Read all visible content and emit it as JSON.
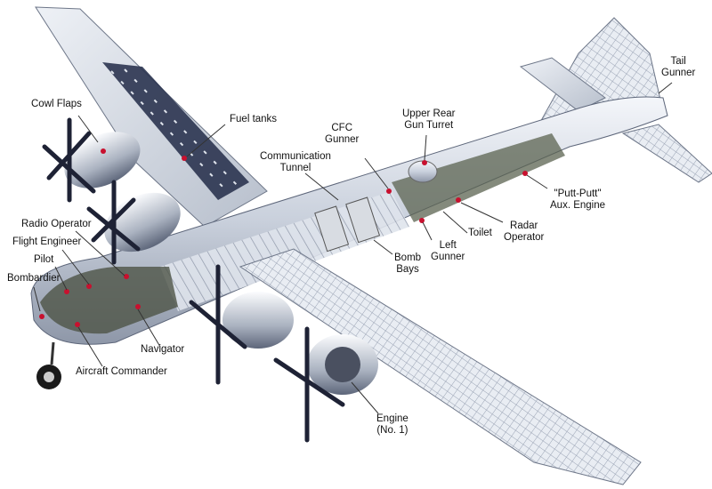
{
  "labels": {
    "cowl_flaps": "Cowl Flaps",
    "fuel_tanks": "Fuel tanks",
    "cfc_gunner": [
      "CFC",
      "Gunner"
    ],
    "communication_tunnel": [
      "Communication",
      "Tunnel"
    ],
    "upper_rear_gun_turret": [
      "Upper Rear",
      "Gun Turret"
    ],
    "tail_gunner": [
      "Tail",
      "Gunner"
    ],
    "putt_putt": [
      "\"Putt-Putt\"",
      "Aux. Engine"
    ],
    "radar_operator": [
      "Radar",
      "Operator"
    ],
    "toilet": "Toilet",
    "left_gunner": [
      "Left",
      "Gunner"
    ],
    "bomb_bays": [
      "Bomb",
      "Bays"
    ],
    "radio_operator": "Radio Operator",
    "flight_engineer": "Flight Engineer",
    "pilot": "Pilot",
    "bombardier": "Bombardier",
    "navigator": "Navigator",
    "aircraft_commander": "Aircraft Commander",
    "engine_no1": [
      "Engine",
      "(No. 1)"
    ]
  },
  "colors": {
    "metal_light": "#e4e8ef",
    "metal_dark": "#2b3450",
    "marker": "#c8102e"
  }
}
